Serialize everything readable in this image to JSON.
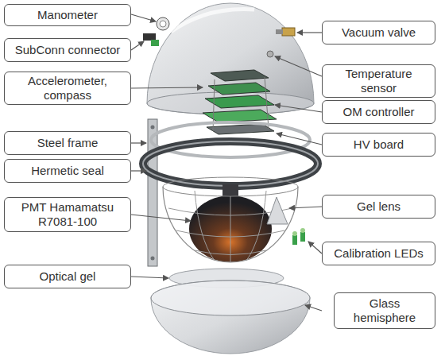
{
  "diagram": {
    "nodes": [
      {
        "text": [
          "Manometer"
        ]
      },
      {
        "text": [
          "Vacuum valve"
        ]
      },
      {
        "text": [
          "SubConn connector"
        ]
      },
      {
        "text": [
          "Temperature sensor"
        ]
      },
      {
        "text": [
          "Accelerometer, compass"
        ]
      },
      {
        "text": [
          "OM controller"
        ]
      },
      {
        "text": [
          "Steel frame"
        ]
      },
      {
        "text": [
          "HV board"
        ]
      },
      {
        "text": [
          "Hermetic seal"
        ]
      },
      {
        "text": [
          "PMT Hamamatsu R7081-100"
        ]
      },
      {
        "text": [
          "Gel lens"
        ]
      },
      {
        "text": [
          "Calibration LEDs"
        ]
      },
      {
        "text": [
          "Optical gel"
        ]
      },
      {
        "text": [
          "Glass hemisphere"
        ]
      }
    ]
  }
}
